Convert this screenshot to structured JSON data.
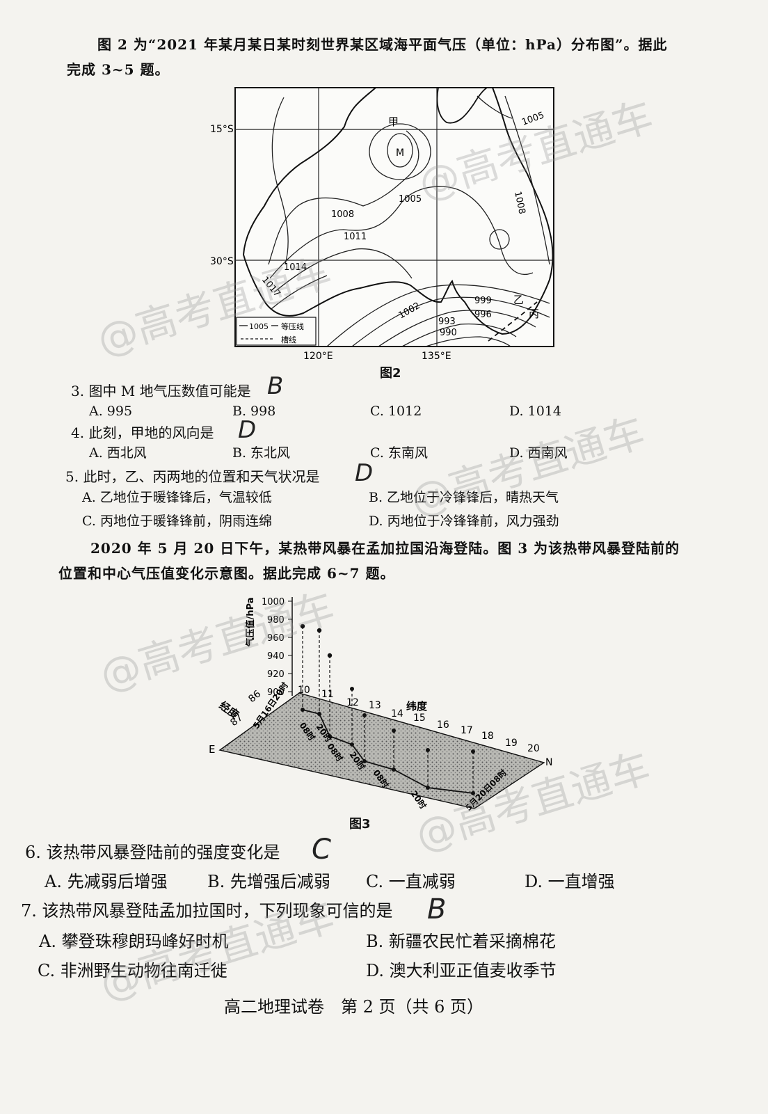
{
  "intro1": {
    "line1": "图 2 为“2021 年某月某日某时刻世界某区域海平面气压（单位：hPa）分布图”。据此",
    "line2": "完成 3~5 题。"
  },
  "fig2": {
    "caption": "图2",
    "lat_labels": [
      "15°S",
      "30°S"
    ],
    "lon_labels": [
      "120°E",
      "135°E"
    ],
    "isobar_labels": [
      "1005",
      "1008",
      "1011",
      "1014",
      "1017",
      "1005",
      "1008",
      "1002",
      "999",
      "996",
      "993",
      "990"
    ],
    "point_labels": {
      "jia": "甲",
      "M": "M",
      "yi": "乙",
      "bing": "丙"
    },
    "legend": {
      "isobar_value": "1005",
      "isobar_text": "等压线",
      "trough_text": "槽线"
    }
  },
  "q3": {
    "stem": "3. 图中 M 地气压数值可能是",
    "answer": "B",
    "options": [
      "A. 995",
      "B. 998",
      "C. 1012",
      "D. 1014"
    ]
  },
  "q4": {
    "stem": "4. 此刻，甲地的风向是",
    "answer": "D",
    "options": [
      "A. 西北风",
      "B. 东北风",
      "C. 东南风",
      "D. 西南风"
    ]
  },
  "q5": {
    "stem": "5. 此时，乙、丙两地的位置和天气状况是",
    "answer": "D",
    "options": [
      "A. 乙地位于暖锋锋后，气温较低",
      "B. 乙地位于冷锋锋后，晴热天气",
      "C. 丙地位于暖锋锋前，阴雨连绵",
      "D. 丙地位于冷锋锋前，风力强劲"
    ]
  },
  "intro2": {
    "line1": "2020 年 5 月 20 日下午，某热带风暴在孟加拉国沿海登陆。图 3 为该热带风暴登陆前的",
    "line2": "位置和中心气压值变化示意图。据此完成 6~7 题。"
  },
  "fig3": {
    "caption": "图3",
    "pressure_axis_label": "气压值/hPa",
    "pressure_ticks": [
      "1000",
      "980",
      "960",
      "940",
      "920",
      "900"
    ],
    "lon_label": "经度",
    "lon_ticks": [
      "86",
      "87"
    ],
    "lat_label": "纬度",
    "lat_ticks": [
      "10",
      "11",
      "12",
      "13",
      "14",
      "15",
      "16",
      "17",
      "18",
      "19",
      "20"
    ],
    "dir_e": "E",
    "dir_n": "N",
    "track_labels": [
      "5月16日20时",
      "08时",
      "20时",
      "08时",
      "20时",
      "08时",
      "20时",
      "5月20日08时"
    ]
  },
  "q6": {
    "stem": "6. 该热带风暴登陆前的强度变化是",
    "answer": "C",
    "options": [
      "A. 先减弱后增强",
      "B. 先增强后减弱",
      "C. 一直减弱",
      "D. 一直增强"
    ]
  },
  "q7": {
    "stem": "7. 该热带风暴登陆孟加拉国时，下列现象可信的是",
    "answer": "B",
    "options": [
      "A. 攀登珠穆朗玛峰好时机",
      "B. 新疆农民忙着采摘棉花",
      "C. 非洲野生动物往南迁徙",
      "D. 澳大利亚正值麦收季节"
    ]
  },
  "footer": "高二地理试卷　第 2 页（共 6 页）",
  "watermark": "@高考直通车"
}
